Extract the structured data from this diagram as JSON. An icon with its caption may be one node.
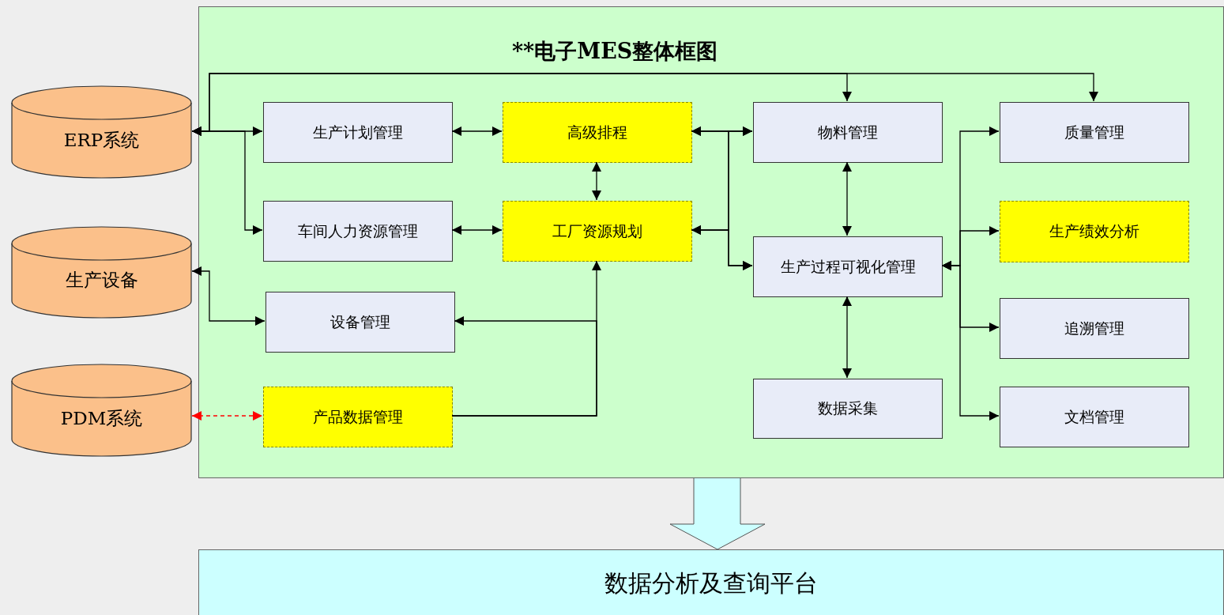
{
  "diagram": {
    "title": "**电子MES整体框图",
    "nodes": [
      {
        "text": [],
        "shape": "box"
      },
      {
        "text": [
          "ERP系统"
        ]
      },
      {
        "text": [
          "生产设备"
        ]
      },
      {
        "text": [
          "PDM系统"
        ]
      },
      {
        "text": [
          "生产计划管理"
        ],
        "in": 0
      },
      {
        "text": [
          "高级排程"
        ],
        "in": 0
      },
      {
        "text": [
          "物料管理"
        ],
        "in": 0
      },
      {
        "text": [
          "质量管理"
        ],
        "in": 0
      },
      {
        "text": [
          "车间人力资源管理"
        ],
        "in": 0
      },
      {
        "text": [
          "工厂资源规划"
        ],
        "in": 0
      },
      {
        "text": [
          "生产过程可视化管理"
        ],
        "in": 0
      },
      {
        "text": [
          "生产绩效分析"
        ],
        "in": 0
      },
      {
        "text": [
          "设备管理"
        ],
        "in": 0
      },
      {
        "text": [
          "追溯管理"
        ],
        "in": 0
      },
      {
        "text": [
          "产品数据管理"
        ],
        "in": 0
      },
      {
        "text": [
          "数据采集"
        ],
        "in": 0
      },
      {
        "text": [
          "文档管理"
        ],
        "in": 0
      },
      {
        "text": [
          "数据分析及查询平台"
        ]
      }
    ],
    "edges": [
      {
        "from": 0,
        "to": 17,
        "arrow": "to",
        "style": "thick"
      },
      {
        "from": 1,
        "to": 4,
        "arrow": "both"
      },
      {
        "from": 1,
        "to": 8,
        "arrow": "both"
      },
      {
        "from": 1,
        "to": 6,
        "arrow": "both"
      },
      {
        "from": 1,
        "to": 7,
        "arrow": "both"
      },
      {
        "from": 4,
        "to": 5,
        "arrow": "both"
      },
      {
        "from": 5,
        "to": 9,
        "arrow": "both"
      },
      {
        "from": 8,
        "to": 9,
        "arrow": "both"
      },
      {
        "from": 5,
        "to": 6,
        "arrow": "both"
      },
      {
        "from": 5,
        "to": 10,
        "arrow": "both"
      },
      {
        "from": 9,
        "to": 6,
        "arrow": "both"
      },
      {
        "from": 9,
        "to": 10,
        "arrow": "both"
      },
      {
        "from": 6,
        "to": 10,
        "arrow": "both"
      },
      {
        "from": 10,
        "to": 15,
        "arrow": "both"
      },
      {
        "from": 10,
        "to": 7,
        "arrow": "both"
      },
      {
        "from": 10,
        "to": 11,
        "arrow": "both"
      },
      {
        "from": 10,
        "to": 13,
        "arrow": "both"
      },
      {
        "from": 10,
        "to": 16,
        "arrow": "both"
      },
      {
        "from": 2,
        "to": 12,
        "arrow": "both"
      },
      {
        "from": 14,
        "to": 9,
        "arrow": "to"
      },
      {
        "from": 14,
        "to": 12,
        "arrow": "to"
      },
      {
        "from": 3,
        "to": 14,
        "arrow": "both",
        "style": "dashed",
        "color": "#ff0000"
      }
    ]
  }
}
